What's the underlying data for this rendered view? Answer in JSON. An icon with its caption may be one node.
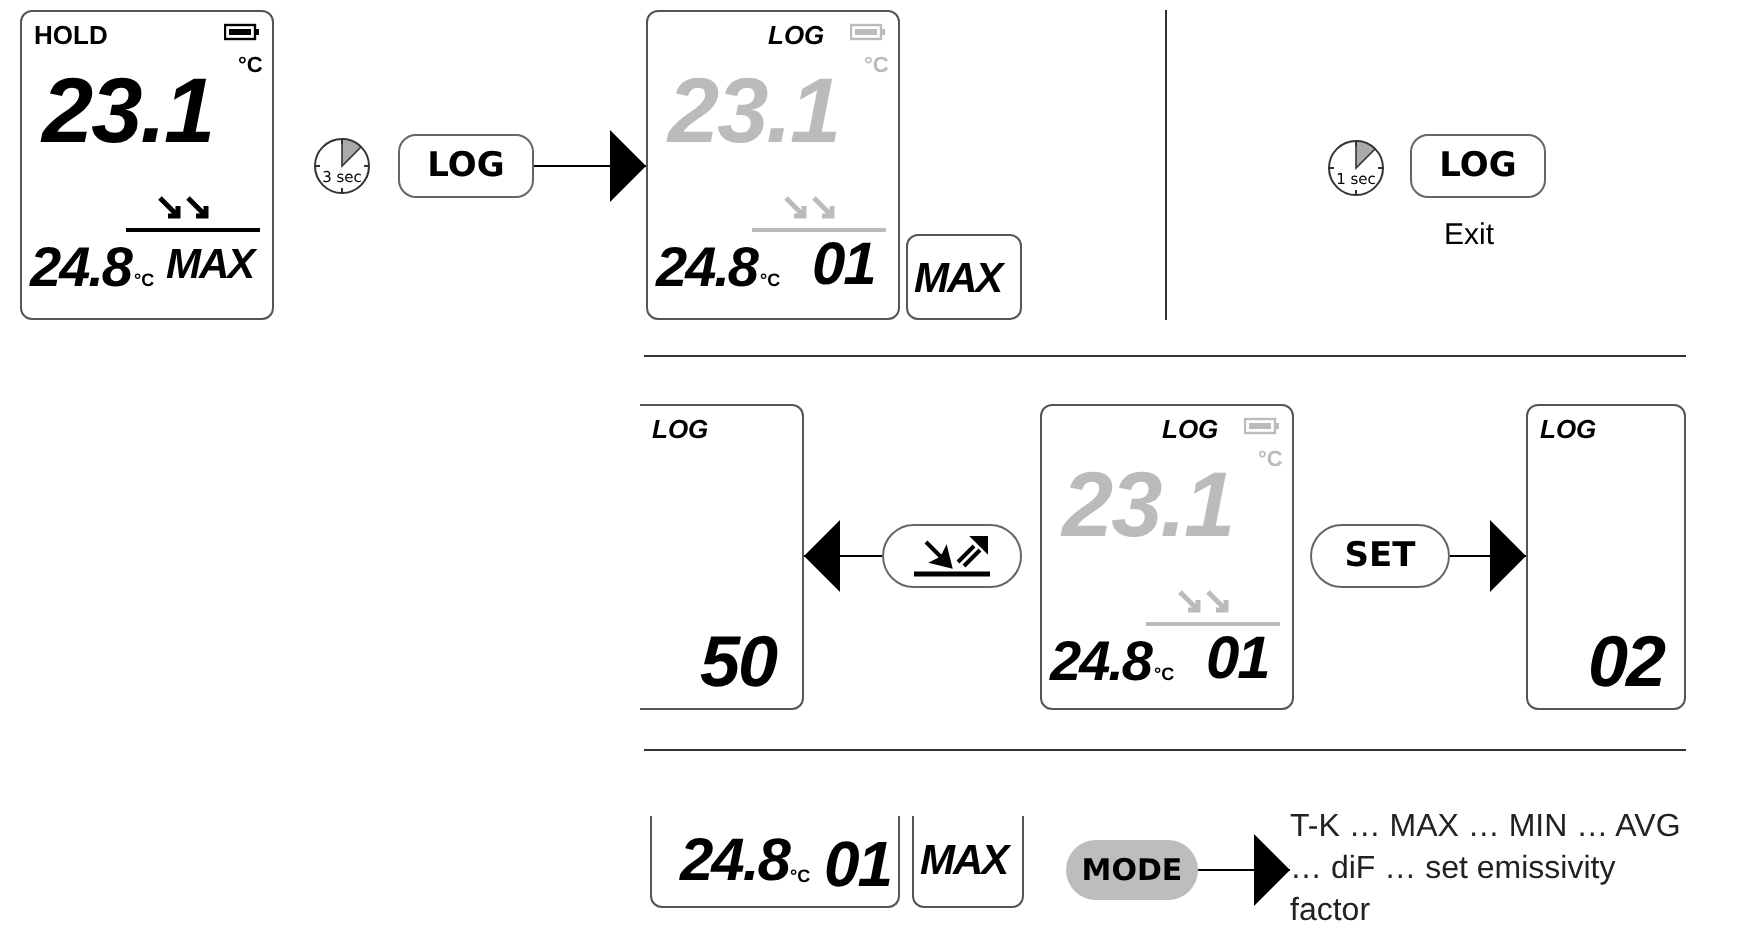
{
  "diagram": {
    "nodes": [
      {
        "text": [
          "HOLD",
          "°C",
          "23.1",
          "24.8",
          "°C",
          "MAX"
        ]
      },
      {
        "text": [
          "3 sec"
        ]
      },
      {
        "text": [
          "LOG"
        ]
      },
      {
        "text": [
          "LOG",
          "°C",
          "23.1",
          "24.8",
          "°C",
          "01"
        ]
      },
      {
        "text": [
          "MAX"
        ]
      },
      {
        "text": [
          "1 sec"
        ]
      },
      {
        "text": [
          "LOG"
        ],
        "beside": [
          "Exit"
        ]
      },
      {
        "text": [
          "LOG",
          "50"
        ]
      },
      {
        "text": [],
        "shape": "box"
      },
      {
        "text": [
          "LOG",
          "°C",
          "23.1",
          "24.8",
          "°C",
          "01"
        ]
      },
      {
        "text": [
          "SET"
        ]
      },
      {
        "text": [
          "LOG",
          "02"
        ]
      },
      {
        "text": [
          "24.8",
          "°C",
          "01"
        ]
      },
      {
        "text": [
          "MAX"
        ]
      },
      {
        "text": [
          "MODE"
        ]
      },
      {
        "text": [
          "T-K … MAX … MIN … AVG … diF … set emissivity factor"
        ]
      }
    ],
    "edges": [
      {
        "from": 2,
        "to": 3,
        "arrow": "to"
      },
      {
        "from": 8,
        "to": 7,
        "arrow": "to"
      },
      {
        "from": 10,
        "to": 11,
        "arrow": "to"
      },
      {
        "from": 14,
        "to": 15,
        "arrow": "to"
      }
    ]
  }
}
